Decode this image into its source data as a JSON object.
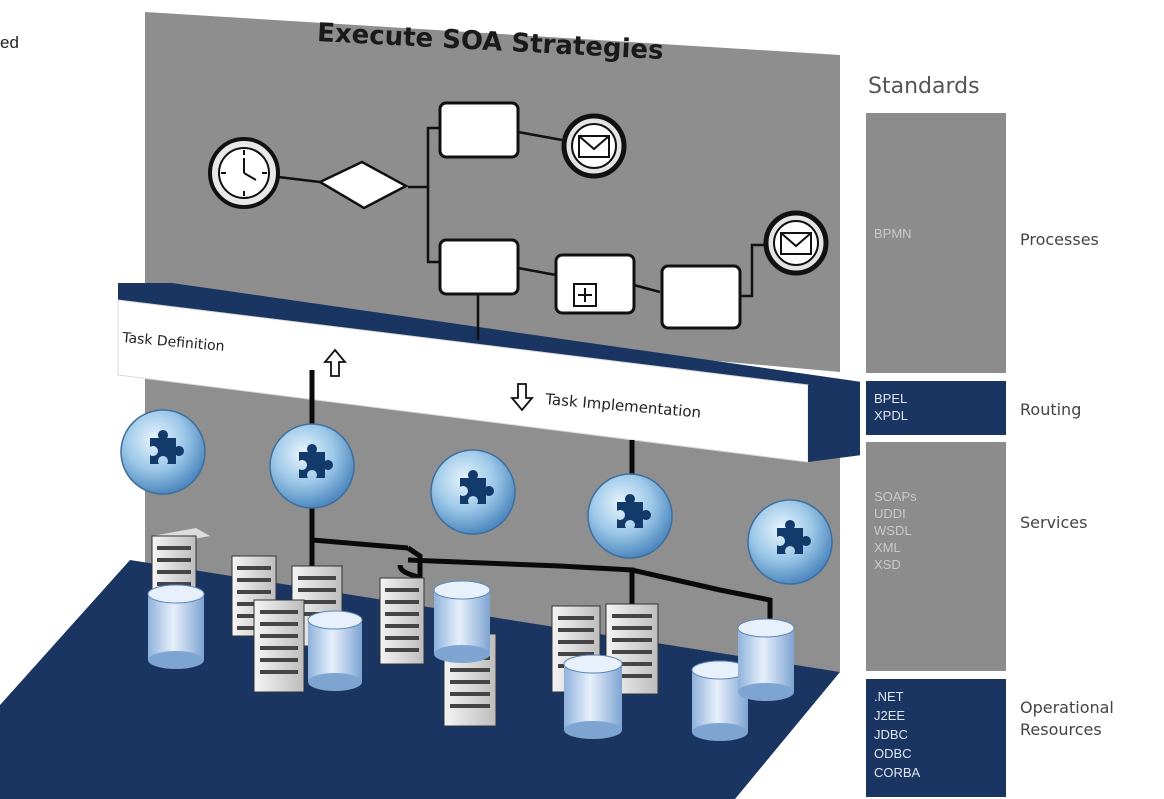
{
  "title": "Execute SOA Strategies",
  "corner_fragment": "ed",
  "standards_heading": "Standards",
  "band": {
    "task_definition": "Task Definition",
    "task_implementation": "Task Implementation"
  },
  "layers": [
    {
      "name": "Processes",
      "standards": [
        "BPMN"
      ]
    },
    {
      "name": "Routing",
      "standards": [
        "BPEL",
        "XPDL"
      ]
    },
    {
      "name": "Services",
      "standards": [
        "SOAPs",
        "UDDI",
        "WSDL",
        "XML",
        "XSD"
      ]
    },
    {
      "name": "Operational Resources",
      "standards": [
        ".NET",
        "J2EE",
        "JDBC",
        "ODBC",
        "CORBA"
      ]
    }
  ],
  "colors": {
    "navy": "#1a3562",
    "panel_gray": "#8c8c8c",
    "wall_gray": "#8e8e8e",
    "light_gray": "#a6a6a6",
    "globe_blue": "#7fb4dc",
    "cylinder_blue": "#bcd3ee"
  },
  "icons": [
    "clock-icon",
    "gateway-diamond-icon",
    "envelope-icon",
    "subprocess-plus-icon",
    "puzzle-globe-icon",
    "server-icon",
    "database-cylinder-icon",
    "up-arrow-icon",
    "down-arrow-icon"
  ]
}
